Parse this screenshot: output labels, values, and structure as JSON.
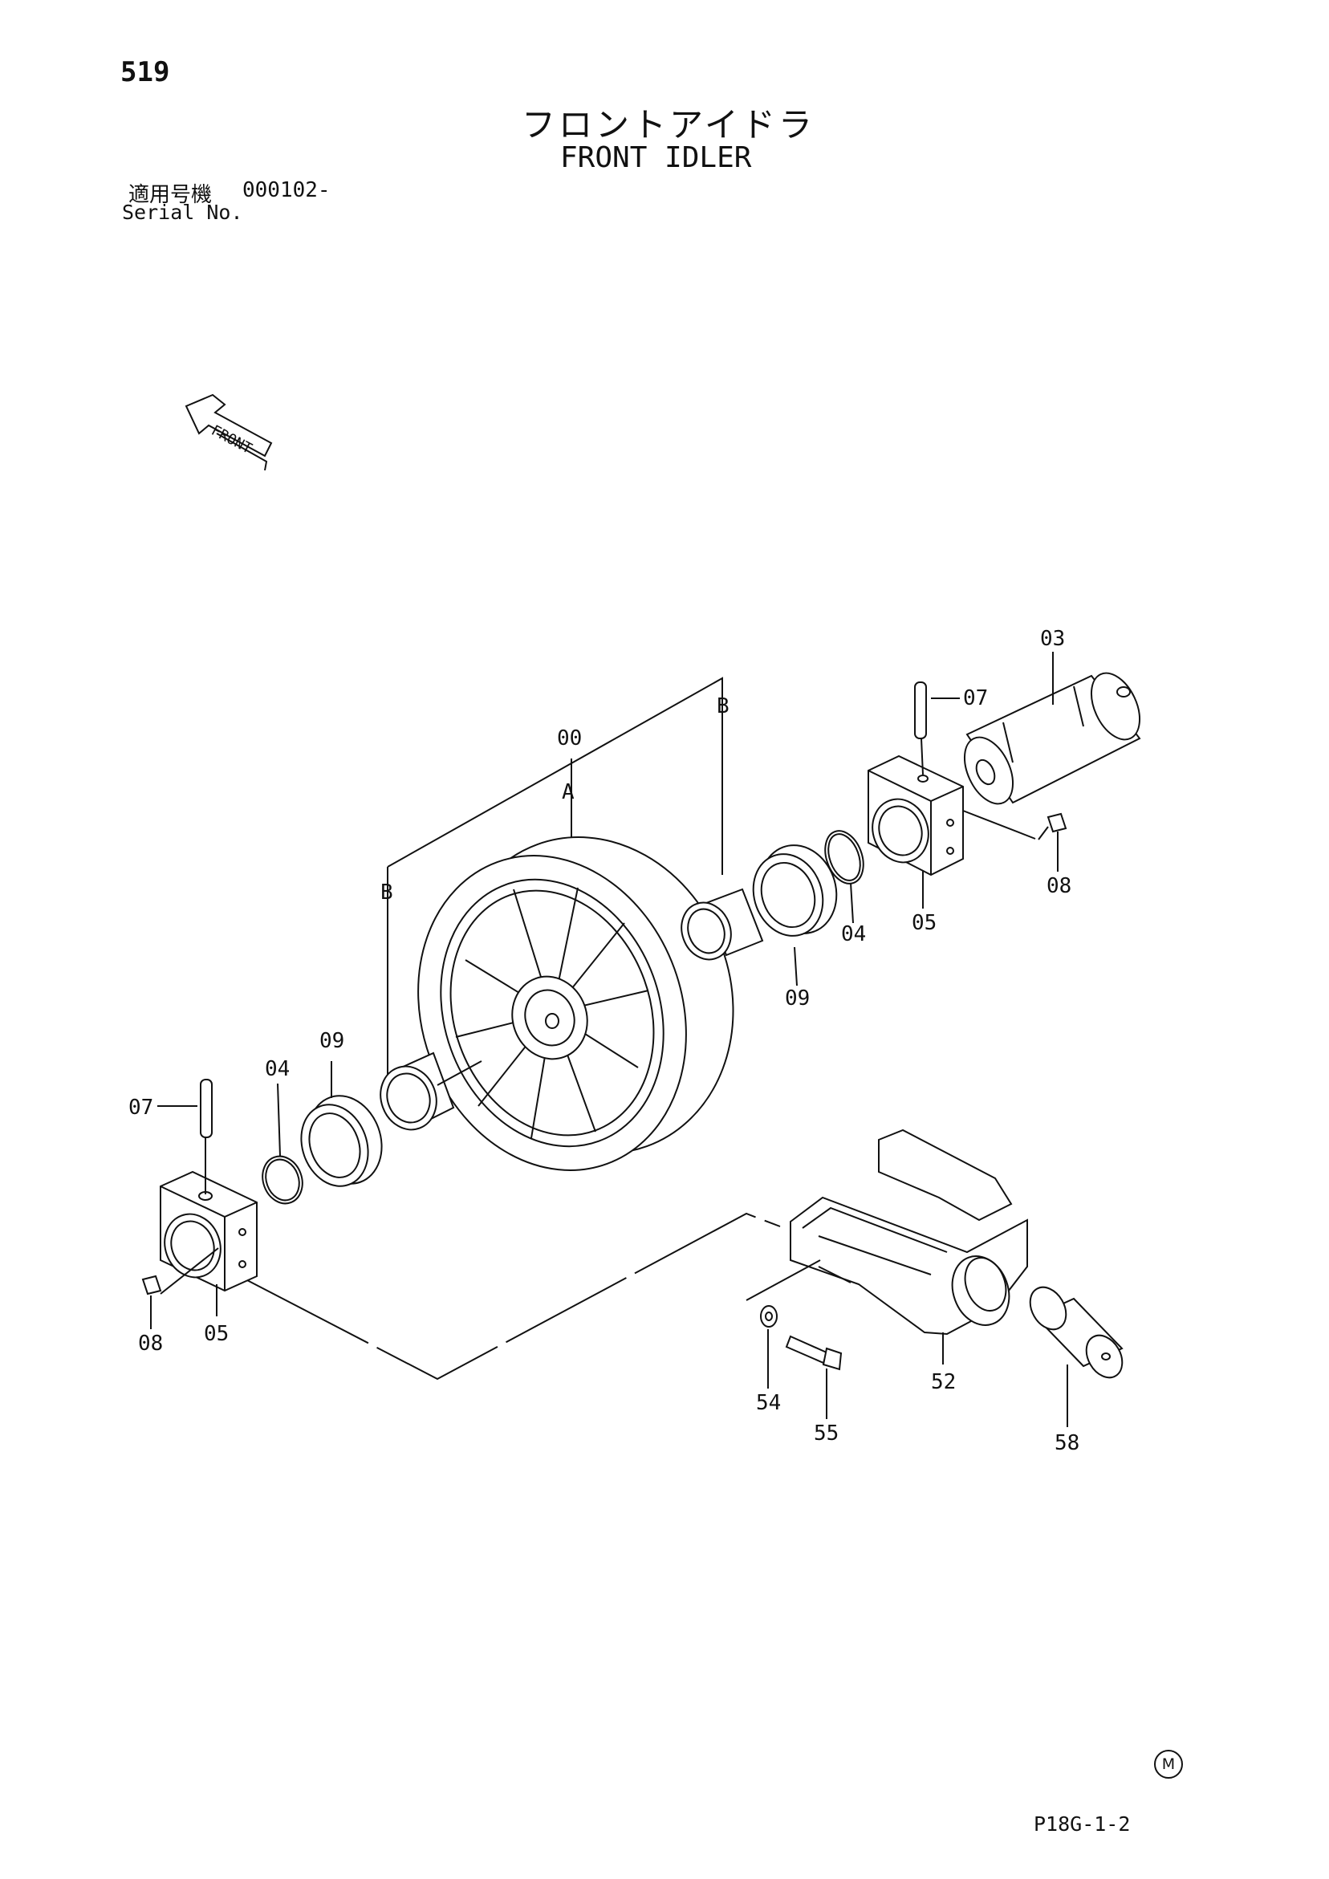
{
  "header": {
    "page_number": "519",
    "title_jp": "フロントアイドラ",
    "title_en": "FRONT IDLER",
    "serial_label_jp": "適用号機",
    "serial_value": "000102-",
    "serial_label_en": "Serial No."
  },
  "front_arrow": {
    "label": "FRONT"
  },
  "callouts": {
    "c00": "00",
    "cA": "A",
    "cB_left": "B",
    "cB_right": "B",
    "c03": "03",
    "c07_right": "07",
    "c07_left": "07",
    "c08_right": "08",
    "c08_left": "08",
    "c05_right": "05",
    "c05_left": "05",
    "c04_right": "04",
    "c04_left": "04",
    "c09_right": "09",
    "c09_left": "09",
    "c52": "52",
    "c54": "54",
    "c55": "55",
    "c58": "58"
  },
  "footer": {
    "mark": "M",
    "drawing_code": "P18G-1-2"
  }
}
